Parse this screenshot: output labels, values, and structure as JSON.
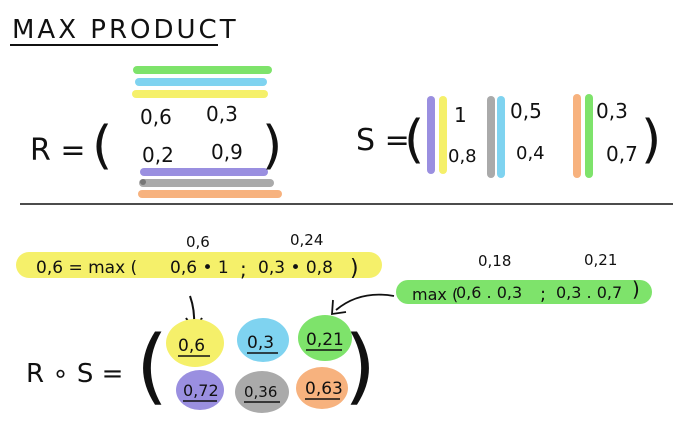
{
  "title": "MAX PRODUCT",
  "colors": {
    "ink": "#111111",
    "green": "#7ee36b",
    "blue": "#7fd3f0",
    "yellow": "#f5f06a",
    "purple": "#9a8fe0",
    "gray": "#aaaaaa",
    "orange": "#f7b27e"
  },
  "matrix_r": {
    "label": "R =",
    "cells": [
      "0,6",
      "0,3",
      "0,2",
      "0,9"
    ]
  },
  "matrix_s": {
    "label": "S =",
    "cells": [
      "1",
      "0,8",
      "0,5",
      "0,4",
      "0,3",
      "0,7"
    ]
  },
  "example1": {
    "expression_start": "0,6 = max (",
    "term1": "0,6 • 1",
    "separator": ";",
    "term2": "0,3 • 0,8",
    "expression_end": ")",
    "term1_result": "0,6",
    "term2_result": "0,24"
  },
  "example2": {
    "expression_start": "max (",
    "term1": "0,6 . 0,3",
    "separator": ";",
    "term2": "0,3 . 0,7",
    "expression_end": ")",
    "term1_result": "0,18",
    "term2_result": "0,21"
  },
  "result": {
    "label": "R ∘ S =",
    "cells": [
      "0,6",
      "0,3",
      "0,21",
      "0,72",
      "0,36",
      "0,63"
    ]
  }
}
